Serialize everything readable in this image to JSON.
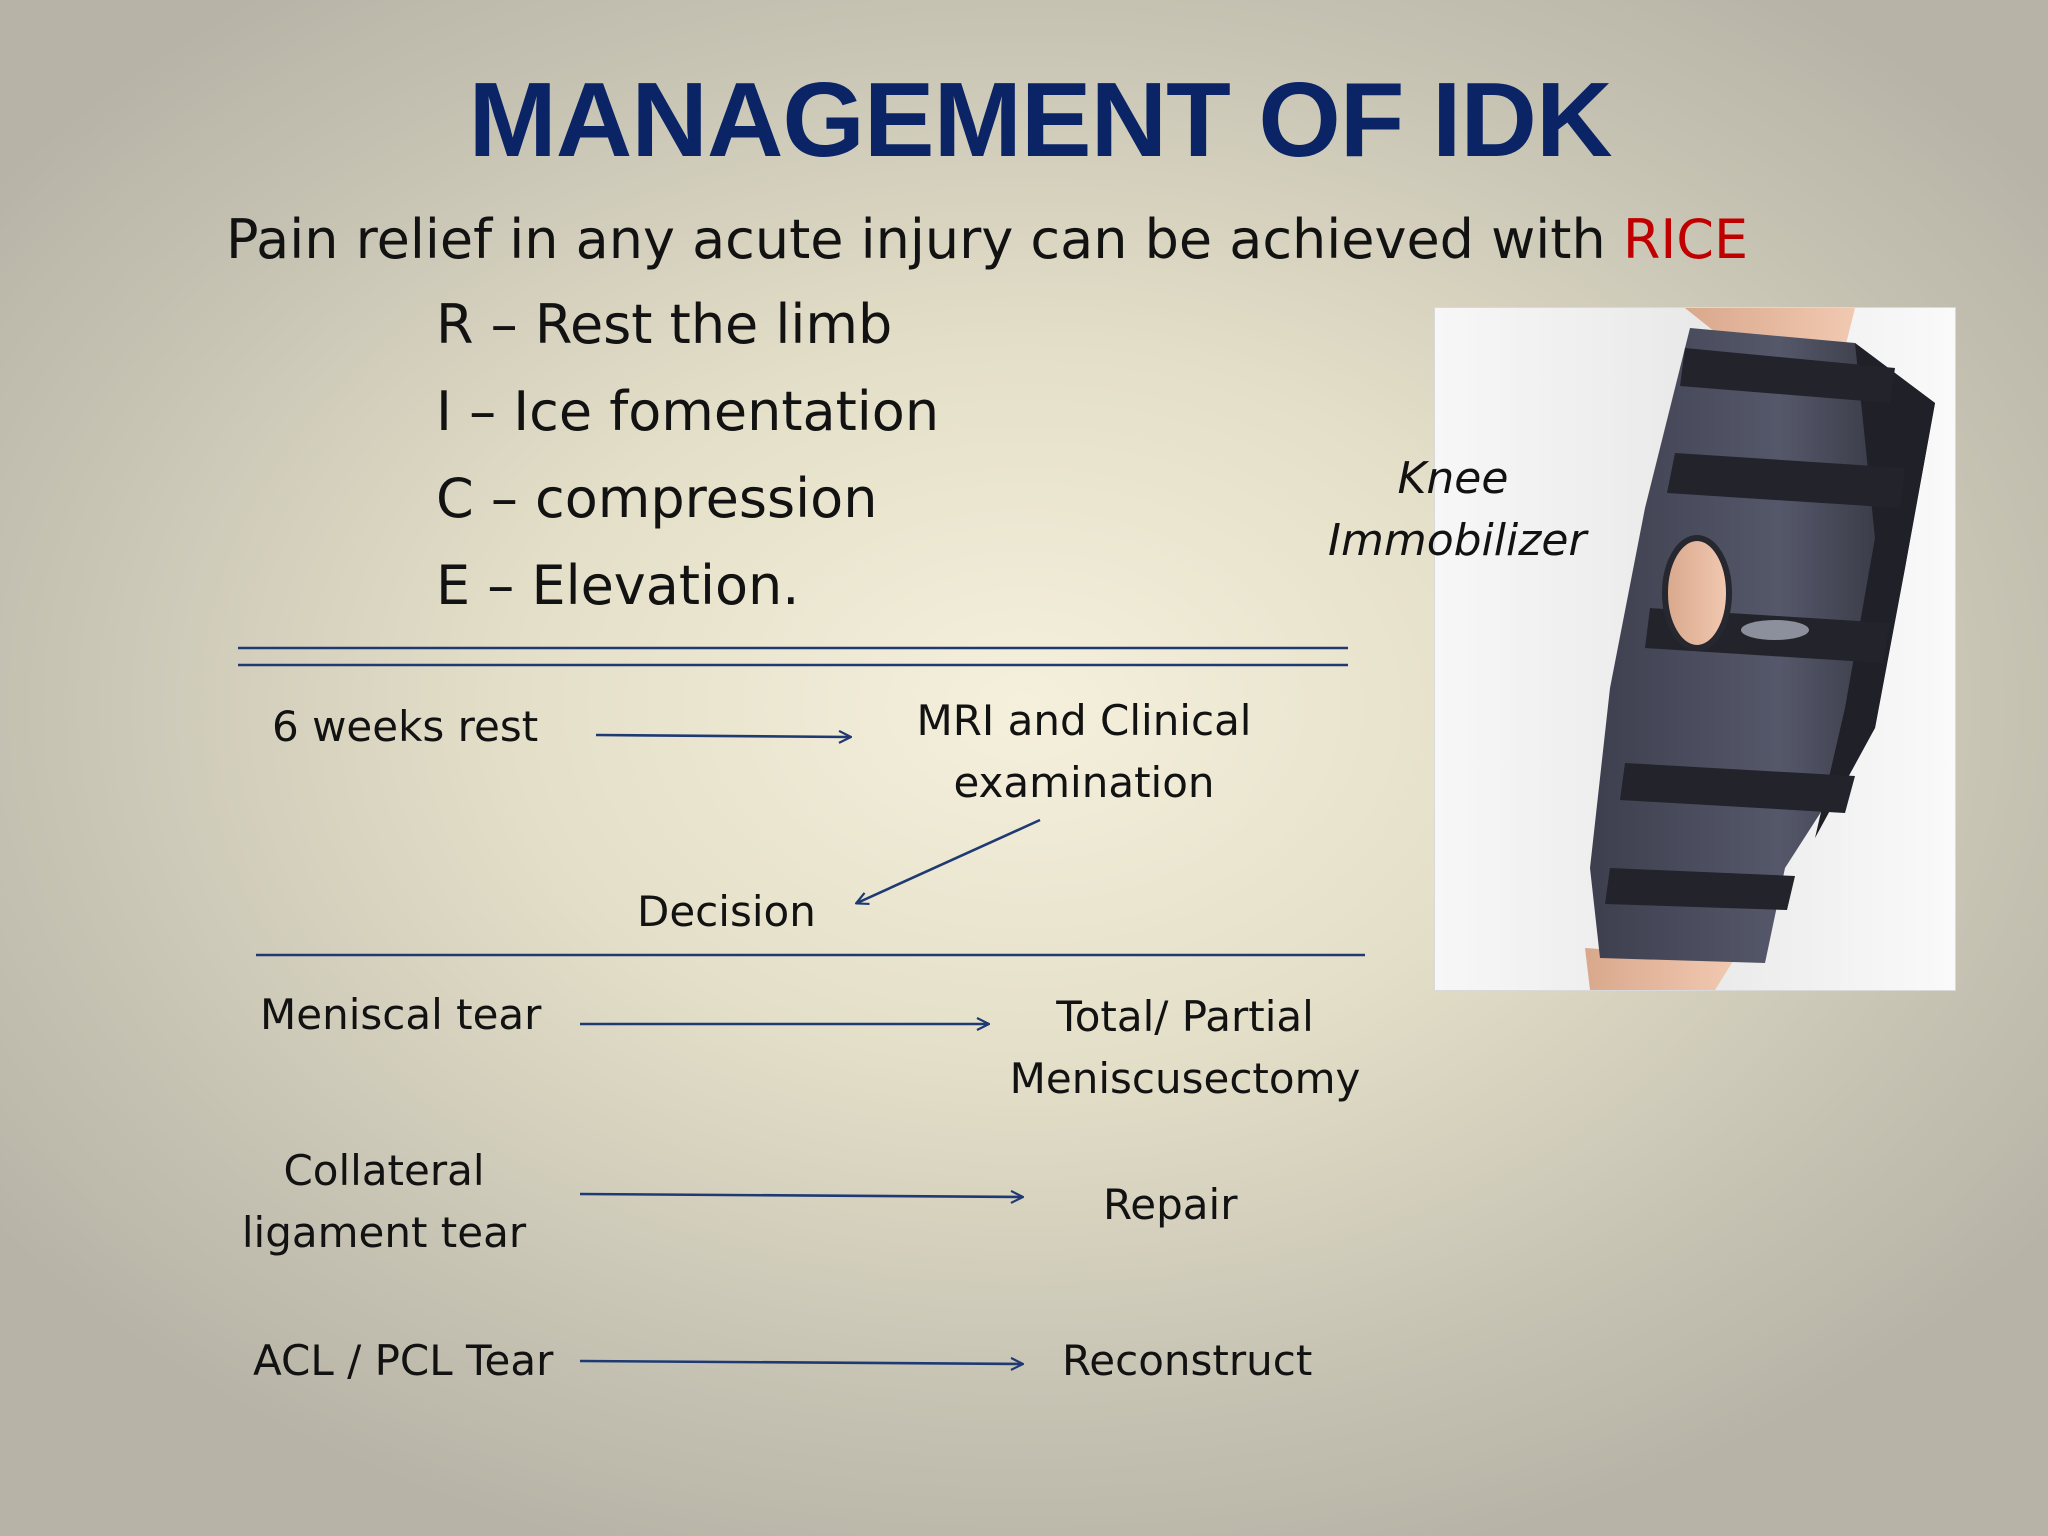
{
  "slide": {
    "title": "MANAGEMENT OF IDK",
    "intro": {
      "text": "Pain relief in any acute injury can be achieved with ",
      "highlight": "RICE"
    },
    "rice_items": [
      "R – Rest the limb",
      "I – Ice fomentation",
      "C – compression",
      "E – Elevation."
    ],
    "photo_label": [
      "Knee",
      "Immobilizer"
    ]
  },
  "flow": {
    "step1": "6 weeks rest",
    "step2": [
      "MRI and Clinical",
      "examination"
    ],
    "decision": "Decision"
  },
  "treatments": [
    {
      "condition": [
        "Meniscal tear"
      ],
      "action": [
        "Total/ Partial",
        "Meniscusectomy"
      ]
    },
    {
      "condition": [
        "Collateral",
        "ligament tear"
      ],
      "action": [
        "Repair"
      ]
    },
    {
      "condition": [
        "ACL / PCL Tear"
      ],
      "action": [
        "Reconstruct"
      ]
    }
  ],
  "colors": {
    "title": "#0b2466",
    "highlight": "#c00000",
    "lines": "#1f3a73"
  }
}
